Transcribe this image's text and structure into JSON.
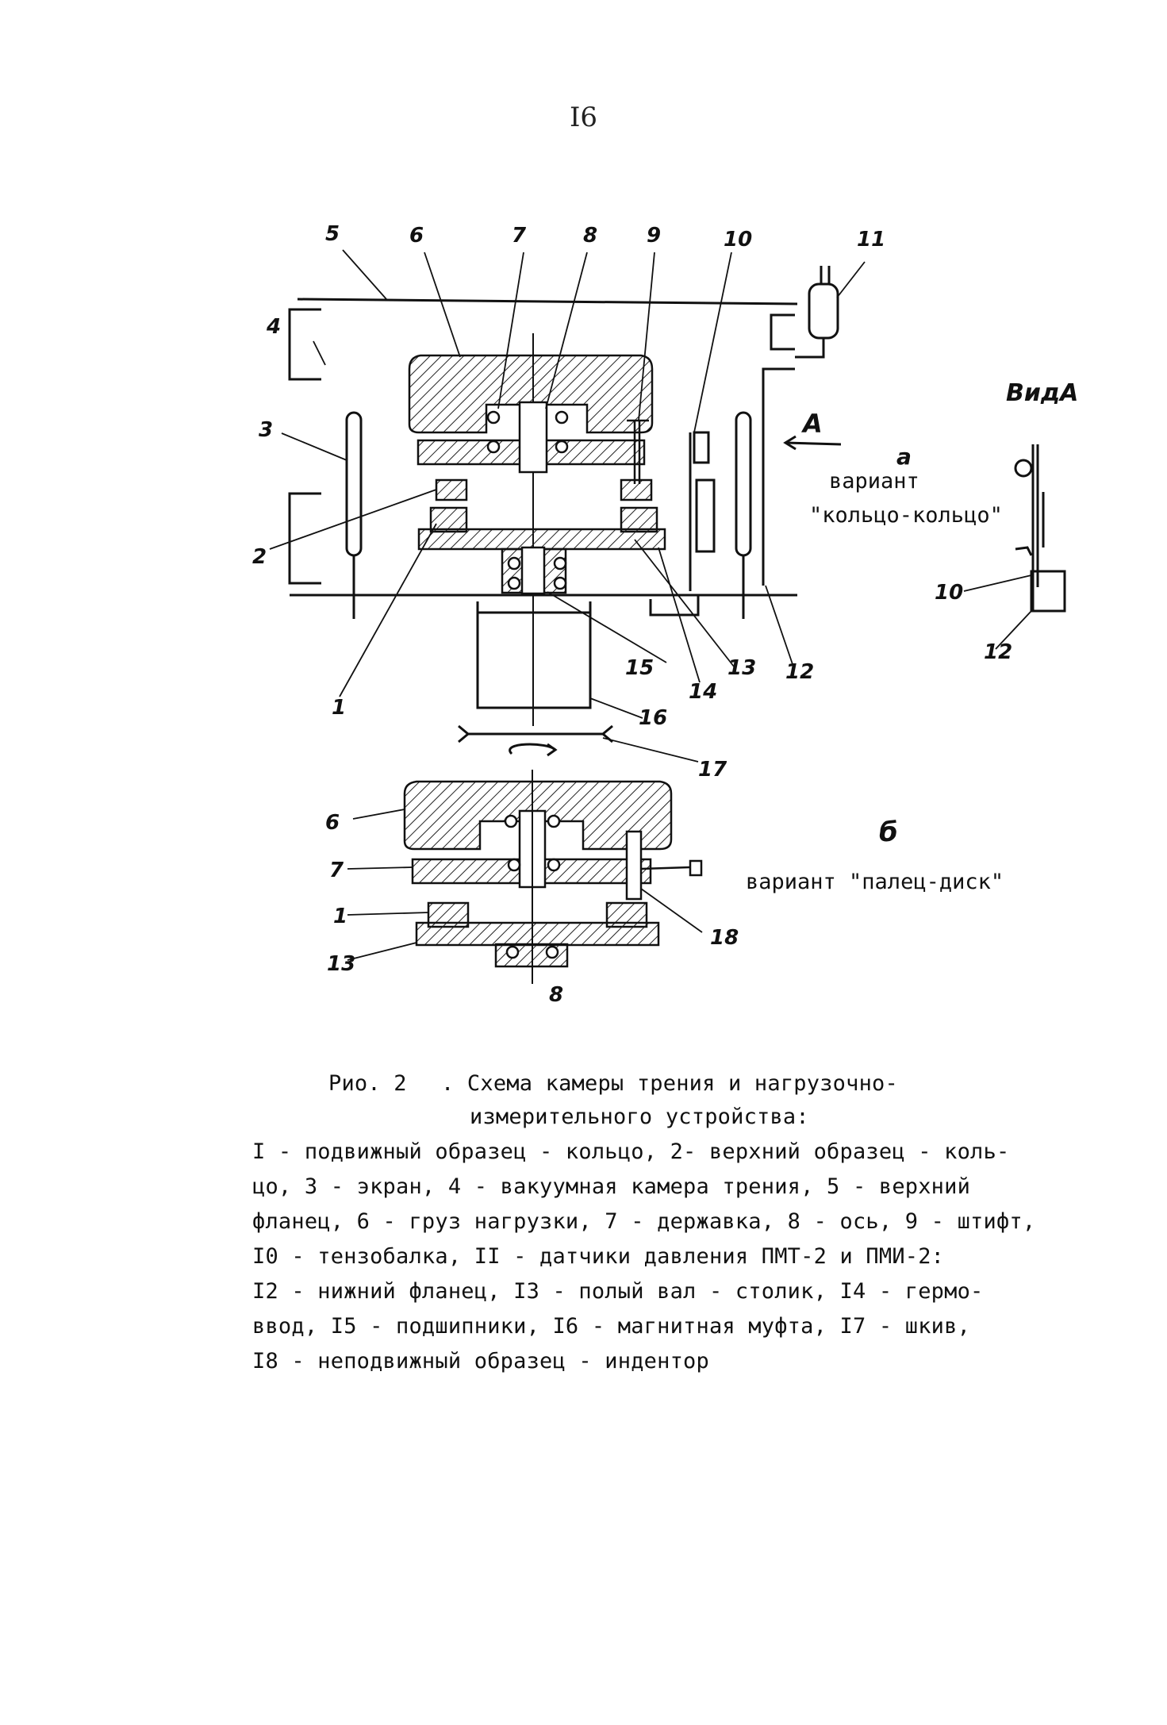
{
  "page_number": "I6",
  "diagram": {
    "part_numbers": [
      "1",
      "2",
      "3",
      "4",
      "5",
      "6",
      "7",
      "8",
      "9",
      "10",
      "11",
      "12",
      "13",
      "14",
      "15",
      "16",
      "17",
      "18"
    ],
    "arrow_label": "A",
    "view_title": "ВидА",
    "variant_a": {
      "letter": "а",
      "line1": "вариант",
      "line2": "\"кольцо-кольцо\""
    },
    "variant_b": {
      "letter": "б",
      "text": "вариант \"палец-диск\""
    }
  },
  "caption": {
    "fig_label": "Рио. 2",
    "title_line1": ". Схема камеры трения и нагрузочно-",
    "title_line2": "измерительного устройства:",
    "lines": [
      "I - подвижный образец - кольцо, 2- верхний образец - коль-",
      "цо, 3 - экран, 4 - вакуумная камера трения, 5 - верхний",
      "фланец, 6 - груз нагрузки, 7 - державка, 8 - ось, 9 - штифт,",
      "I0 - тензобалка, II - датчики давления ПМТ-2 и ПМИ-2:",
      "I2 - нижний фланец, I3 - полый вал - столик, I4 - гермо-",
      "ввод, I5 - подшипники, I6 - магнитная муфта, I7 - шкив,",
      "I8 - неподвижный образец - индентор"
    ]
  }
}
